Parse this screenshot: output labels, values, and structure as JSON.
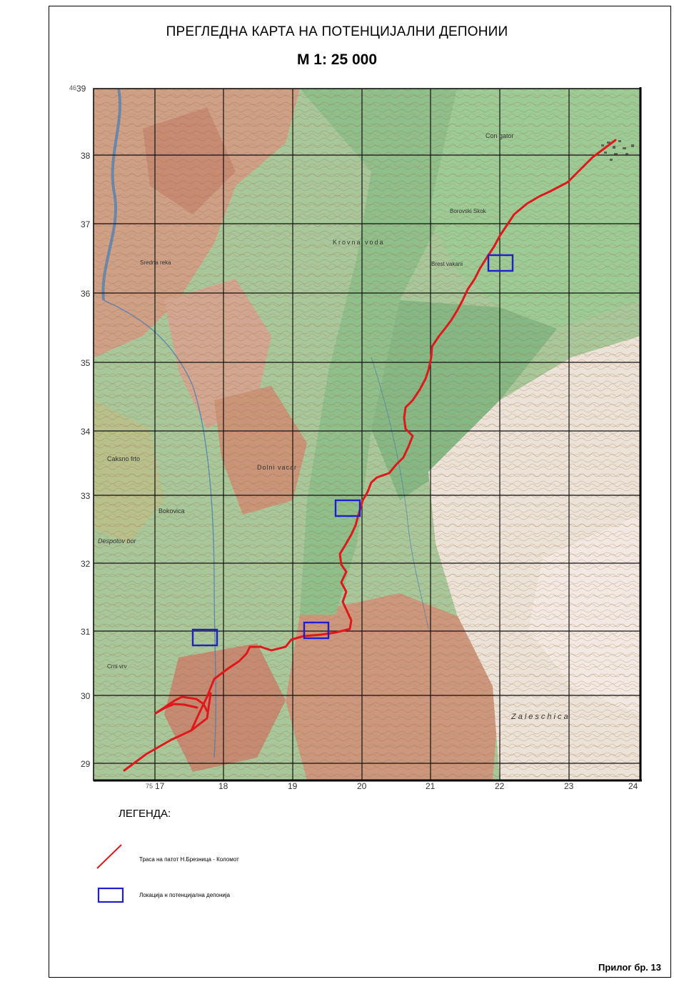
{
  "header": {
    "title": "ПРЕГЛЕДНА КАРТА НА ПОТЕНЦИЈАЛНИ ДЕПОНИИ",
    "scale": "М    1: 25 000"
  },
  "grid": {
    "y_labels": [
      "39",
      "38",
      "37",
      "36",
      "35",
      "34",
      "33",
      "32",
      "31",
      "30",
      "29"
    ],
    "x_labels": [
      "17",
      "18",
      "19",
      "20",
      "21",
      "22",
      "23",
      "24"
    ],
    "corner_y": "46",
    "corner_x": "75"
  },
  "map": {
    "colors": {
      "route": "#e0181c",
      "deposit": "#1f1fd0",
      "grid": "#111111"
    },
    "deposit_count": 4,
    "place_names": [
      "Con gator",
      "Borovski Skok",
      "Brest vakani",
      "Caksno frto",
      "Bokovica",
      "Despotov bor",
      "Crni vrv",
      "Zaleschica",
      "Dolni vacar",
      "Sredna reka",
      "Krovna voda"
    ]
  },
  "legend": {
    "title": "ЛЕГЕНДА:",
    "items": [
      {
        "symbol": "route-line",
        "label": "Траса на патот Н.Брезница - Коломот"
      },
      {
        "symbol": "deposit-box",
        "label": "Локација н потенцијална депонија"
      }
    ]
  },
  "footer": {
    "annex": "Прилог бр. 13"
  }
}
